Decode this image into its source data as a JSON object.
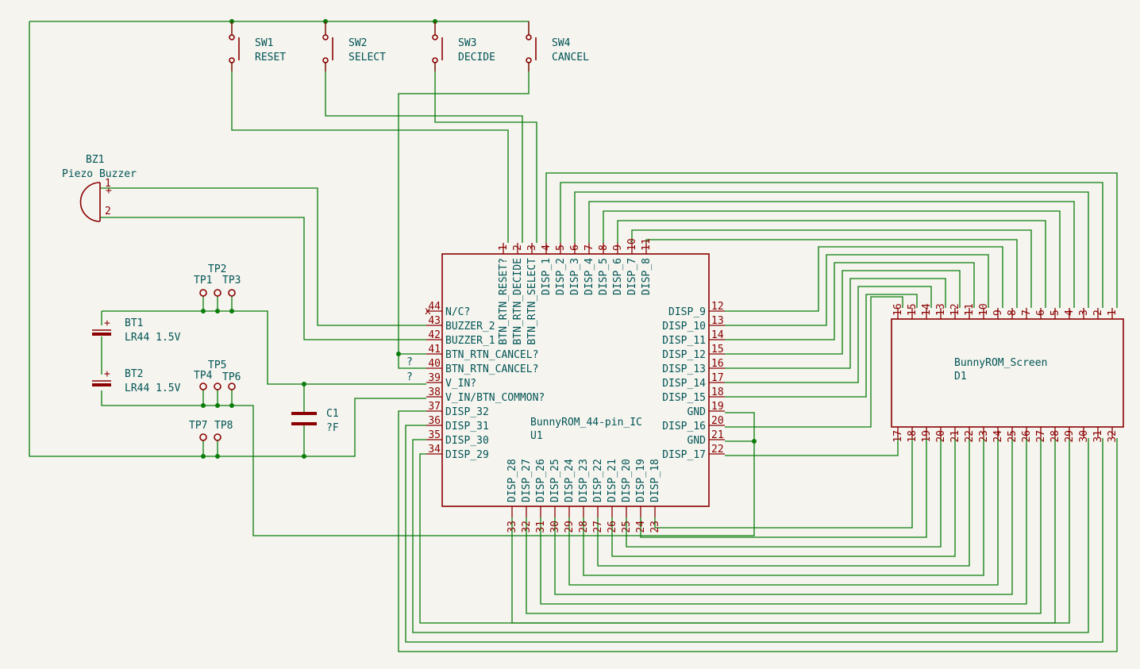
{
  "switches": [
    {
      "ref": "SW1",
      "value": "RESET"
    },
    {
      "ref": "SW2",
      "value": "SELECT"
    },
    {
      "ref": "SW3",
      "value": "DECIDE"
    },
    {
      "ref": "SW4",
      "value": "CANCEL"
    }
  ],
  "buzzer": {
    "ref": "BZ1",
    "value": "Piezo Buzzer",
    "pin1": "1",
    "pin2": "2",
    "plus": "+"
  },
  "batteries": [
    {
      "ref": "BT1",
      "value": "LR44 1.5V"
    },
    {
      "ref": "BT2",
      "value": "LR44 1.5V"
    }
  ],
  "capacitor": {
    "ref": "C1",
    "value": "?F"
  },
  "testpoints": [
    "TP1",
    "TP2",
    "TP3",
    "TP4",
    "TP5",
    "TP6",
    "TP7",
    "TP8"
  ],
  "ic": {
    "ref": "U1",
    "value": "BunnyROM_44-pin_IC",
    "top_pins": [
      {
        "num": "1",
        "name": "BTN_RTN_RESET?"
      },
      {
        "num": "2",
        "name": "BTN_RTN_DECIDE"
      },
      {
        "num": "3",
        "name": "BTN_RTN_SELECT"
      },
      {
        "num": "4",
        "name": "DISP_1"
      },
      {
        "num": "5",
        "name": "DISP_2"
      },
      {
        "num": "6",
        "name": "DISP_3"
      },
      {
        "num": "7",
        "name": "DISP_4"
      },
      {
        "num": "8",
        "name": "DISP_5"
      },
      {
        "num": "9",
        "name": "DISP_6"
      },
      {
        "num": "10",
        "name": "DISP_7"
      },
      {
        "num": "11",
        "name": "DISP_8"
      }
    ],
    "right_pins": [
      {
        "num": "12",
        "name": "DISP_9"
      },
      {
        "num": "13",
        "name": "DISP_10"
      },
      {
        "num": "14",
        "name": "DISP_11"
      },
      {
        "num": "15",
        "name": "DISP_12"
      },
      {
        "num": "16",
        "name": "DISP_13"
      },
      {
        "num": "17",
        "name": "DISP_14"
      },
      {
        "num": "18",
        "name": "DISP_15"
      },
      {
        "num": "19",
        "name": "GND"
      },
      {
        "num": "20",
        "name": "DISP_16"
      },
      {
        "num": "21",
        "name": "GND"
      },
      {
        "num": "22",
        "name": "DISP_17"
      }
    ],
    "bottom_pins": [
      {
        "num": "33",
        "name": "DISP_28"
      },
      {
        "num": "32",
        "name": "DISP_27"
      },
      {
        "num": "31",
        "name": "DISP_26"
      },
      {
        "num": "30",
        "name": "DISP_25"
      },
      {
        "num": "29",
        "name": "DISP_24"
      },
      {
        "num": "28",
        "name": "DISP_23"
      },
      {
        "num": "27",
        "name": "DISP_22"
      },
      {
        "num": "26",
        "name": "DISP_21"
      },
      {
        "num": "25",
        "name": "DISP_20"
      },
      {
        "num": "24",
        "name": "DISP_19"
      },
      {
        "num": "23",
        "name": "DISP_18"
      }
    ],
    "left_pins": [
      {
        "num": "44",
        "name": "N/C?"
      },
      {
        "num": "43",
        "name": "BUZZER_2"
      },
      {
        "num": "42",
        "name": "BUZZER_1"
      },
      {
        "num": "41",
        "name": "BTN_RTN_CANCEL?"
      },
      {
        "num": "40",
        "name": "BTN_RTN_CANCEL?"
      },
      {
        "num": "39",
        "name": "V_IN?"
      },
      {
        "num": "38",
        "name": "V_IN/BTN_COMMON?"
      },
      {
        "num": "37",
        "name": "DISP_32"
      },
      {
        "num": "36",
        "name": "DISP_31"
      },
      {
        "num": "35",
        "name": "DISP_30"
      },
      {
        "num": "34",
        "name": "DISP_29"
      }
    ],
    "nc_mark": "x",
    "unknown_mark": "?"
  },
  "screen": {
    "ref": "D1",
    "value": "BunnyROM_Screen",
    "top_pins": [
      "16",
      "15",
      "14",
      "13",
      "12",
      "11",
      "10",
      "9",
      "8",
      "7",
      "6",
      "5",
      "4",
      "3",
      "2",
      "1"
    ],
    "bottom_pins": [
      "17",
      "18",
      "19",
      "20",
      "21",
      "22",
      "23",
      "24",
      "25",
      "26",
      "27",
      "28",
      "29",
      "30",
      "31",
      "32"
    ]
  }
}
